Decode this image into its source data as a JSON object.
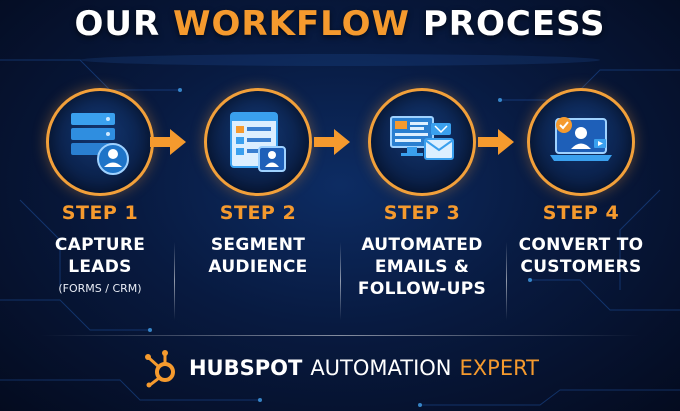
{
  "title": {
    "word1": "OUR",
    "word2": "WORKFLOW",
    "word3": "PROCESS"
  },
  "steps": [
    {
      "number": "STEP 1",
      "label": "CAPTURE\nLEADS",
      "sub": "(FORMS / CRM)",
      "icon": "server-user-icon"
    },
    {
      "number": "STEP 2",
      "label": "SEGMENT\nAUDIENCE",
      "sub": "",
      "icon": "segment-list-icon"
    },
    {
      "number": "STEP 3",
      "label": "AUTOMATED\nEMAILS &\nFOLLOW-UPS",
      "sub": "",
      "icon": "email-monitor-icon"
    },
    {
      "number": "STEP 4",
      "label": "CONVERT TO\nCUSTOMERS",
      "sub": "",
      "icon": "laptop-user-icon"
    }
  ],
  "footer": {
    "brand": "HUBSPOT",
    "mid": "AUTOMATION",
    "end": "EXPERT",
    "icon": "hubspot-sprocket-icon"
  },
  "colors": {
    "accent": "#f59a2e",
    "background": "#081a40",
    "icon_blue": "#3aa0ee"
  }
}
